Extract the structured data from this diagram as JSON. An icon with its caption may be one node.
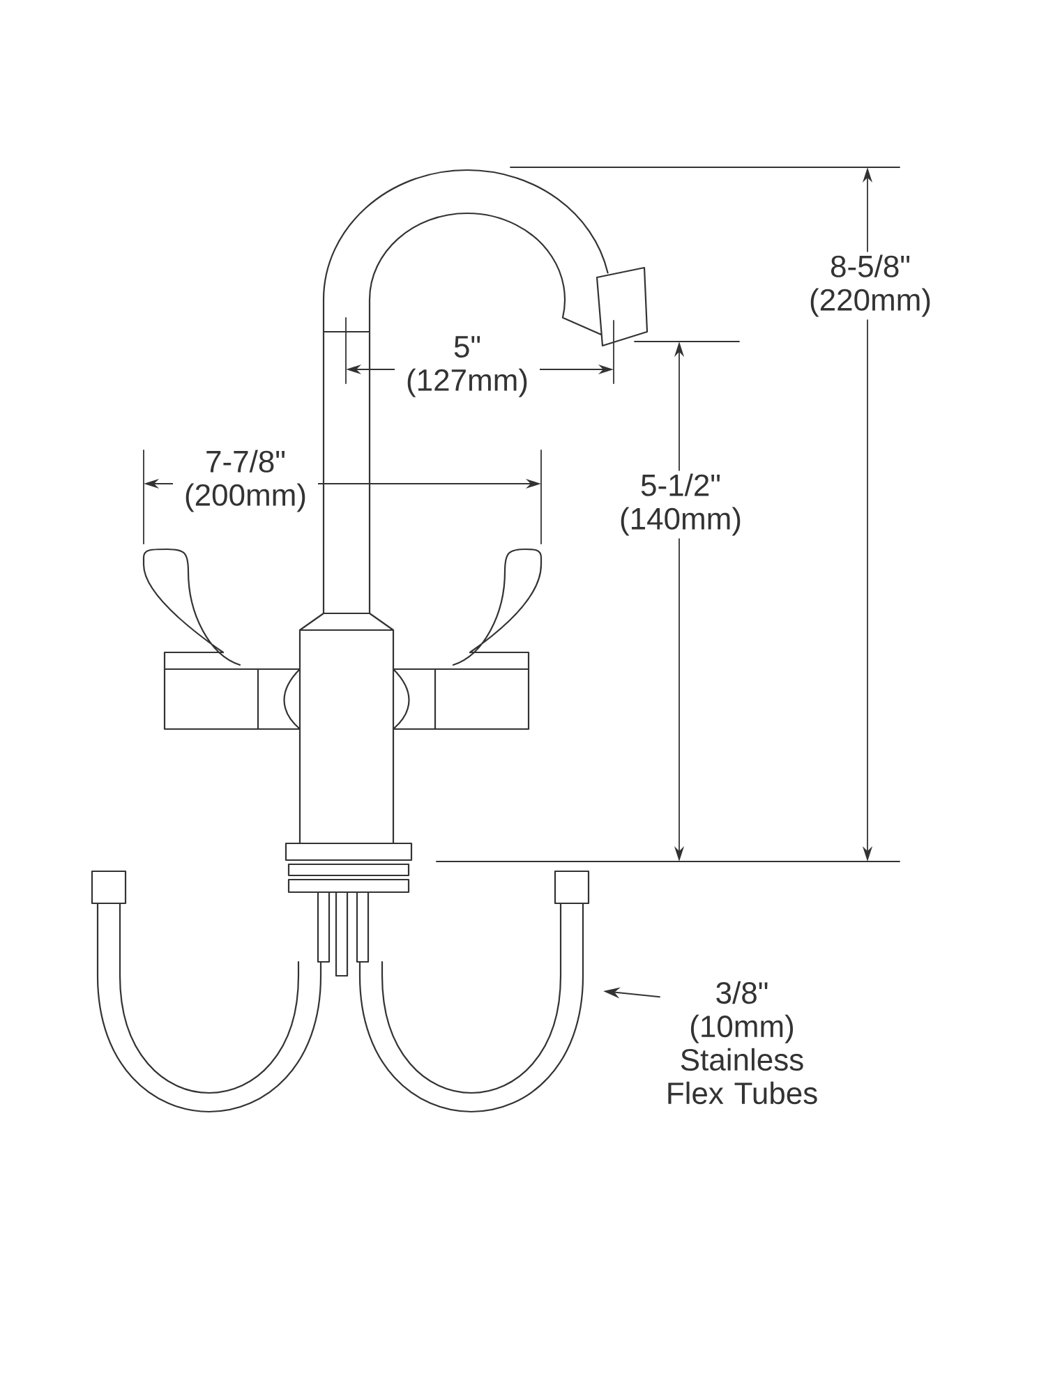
{
  "diagram": {
    "nodes": [
      {
        "text": [
          "3/8\" (10mm) Stainless Flex Tubes"
        ]
      },
      {
        "text": [],
        "shape": "picture"
      }
    ],
    "edges": [
      {
        "from": 0,
        "to": 1,
        "arrow": "to"
      }
    ],
    "labels": [
      "8-5/8\" (220mm)",
      "5\" (127mm)",
      "7-7/8\" (200mm)",
      "5-1/2\" (140mm)"
    ]
  }
}
